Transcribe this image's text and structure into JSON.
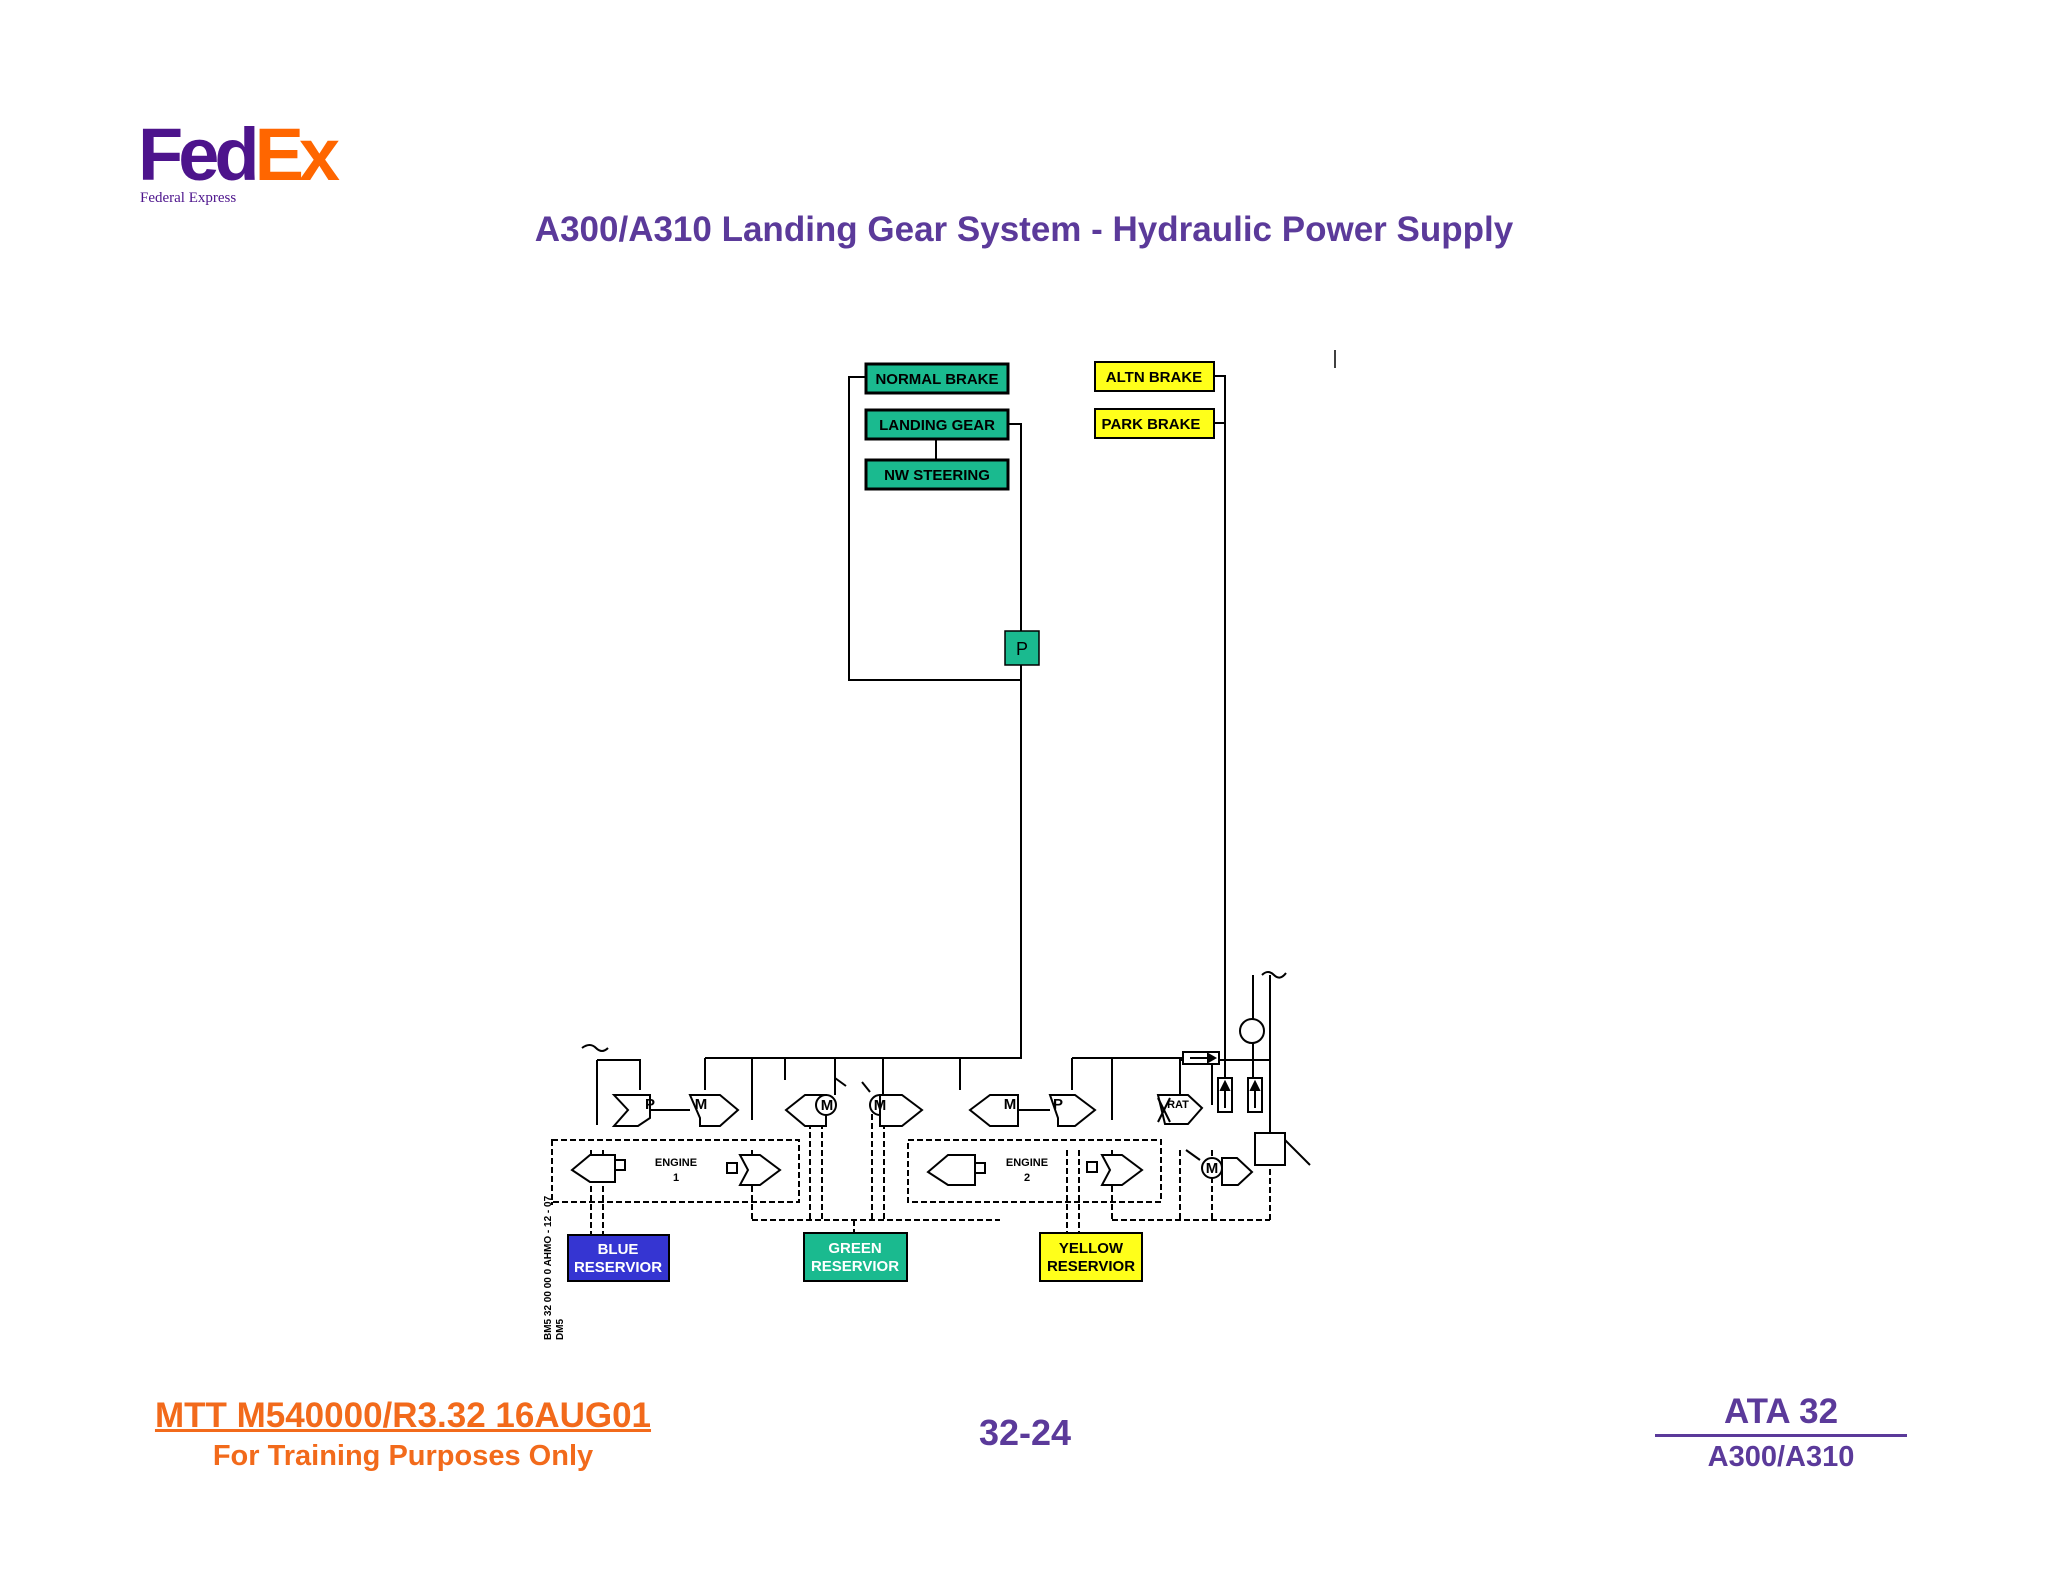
{
  "header": {
    "logo_fed": "Fed",
    "logo_ex": "Ex",
    "logo_subtitle": "Federal Express",
    "title": "A300/A310 Landing Gear System - Hydraulic Power Supply"
  },
  "diagram": {
    "consumers_green": [
      "NORMAL BRAKE",
      "LANDING GEAR",
      "NW STEERING"
    ],
    "consumers_yellow": [
      "ALTN BRAKE",
      "PARK BRAKE"
    ],
    "priority_valve": "P",
    "engines": [
      {
        "label": "ENGINE",
        "number": "1"
      },
      {
        "label": "ENGINE",
        "number": "2"
      }
    ],
    "reservoirs": {
      "blue": [
        "BLUE",
        "RESERVIOR"
      ],
      "green": [
        "GREEN",
        "RESERVIOR"
      ],
      "yellow": [
        "YELLOW",
        "RESERVIOR"
      ]
    },
    "pump_letters": {
      "pump": "P",
      "motor": "M"
    },
    "rat_label": "RAT",
    "figure_ref": "BM5 32 00 00 0 AHMO - 12 - 07",
    "figure_ref_2": "DM5"
  },
  "footer": {
    "doc_ref": "MTT M540000/R3.32 16AUG01",
    "training_note": "For Training Purposes Only",
    "page_number": "32-24",
    "ata": "ATA 32",
    "aircraft": "A300/A310"
  },
  "colors": {
    "green_system": "#1aba8f",
    "yellow_system": "#ffff1a",
    "blue_system": "#3535d2",
    "brand_purple": "#4d148c",
    "brand_orange": "#ff6600",
    "title_purple": "#5b3a9a",
    "footer_orange": "#f26a1b"
  }
}
